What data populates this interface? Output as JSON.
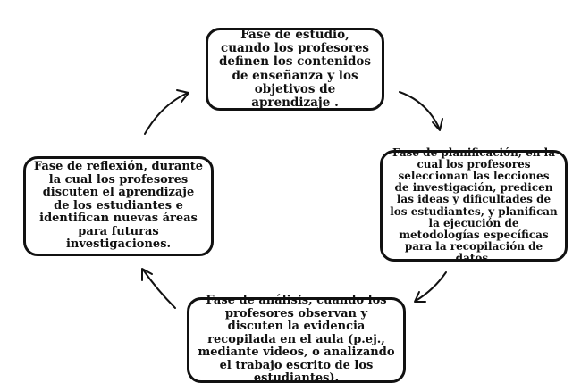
{
  "phases": {
    "study": "Fase de estudio, cuando los profesores  definen los contenidos de enseñanza y los objetivos de aprendizaje .",
    "planning": "Fase de planificación, en la cual los profesores seleccionan las lecciones de investigación, predicen las ideas y dificultades de los estudiantes, y planifican la ejecución de metodologías específicas para la recopilación de datos.",
    "analysis": "Fase de análisis, cuando los profesores observan y discuten la evidencia recopilada en el aula (p.ej., mediante videos, o analizando el trabajo escrito de los estudiantes).",
    "reflection": "Fase de reflexión, durante la cual los profesores discuten el aprendizaje de los estudiantes e identifican nuevas áreas para futuras investigaciones."
  }
}
